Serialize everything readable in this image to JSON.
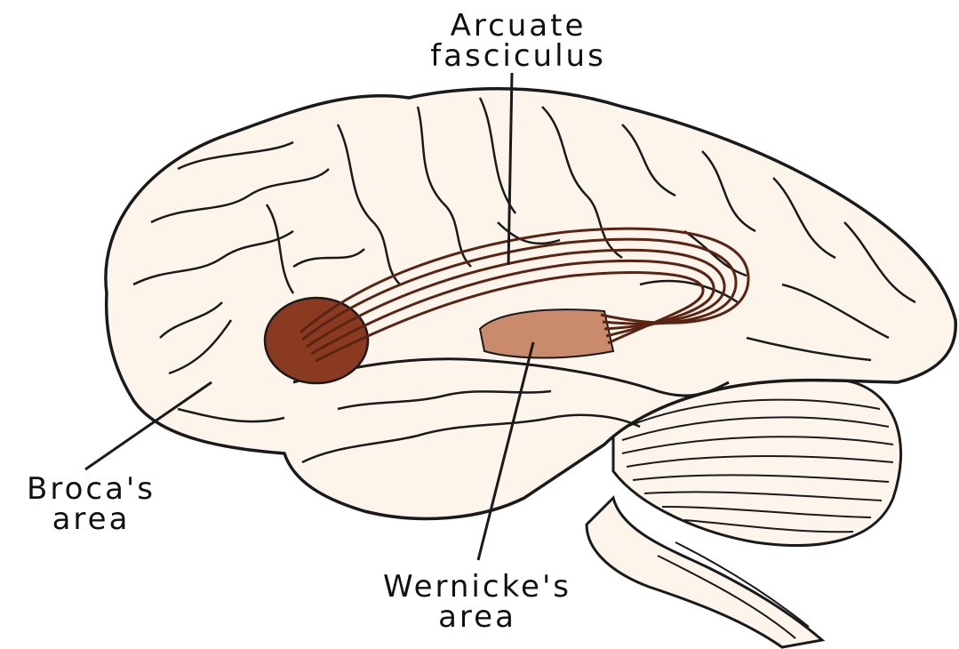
{
  "labels": {
    "arcuate": {
      "line1": "Arcuate",
      "line2": "fasciculus"
    },
    "broca": {
      "line1": "Broca's",
      "line2": "area"
    },
    "wernicke": {
      "line1": "Wernicke's",
      "line2": "area"
    }
  },
  "colors": {
    "background": "#ffffff",
    "brain_fill": "#fdf4ec",
    "outline": "#1a1a1a",
    "broca_region": "#8b3a22",
    "wernicke_region": "#c98b6b",
    "fasciculus_tract": "#5a2413"
  },
  "icons": {
    "brain": "brain-lateral-view-icon"
  }
}
